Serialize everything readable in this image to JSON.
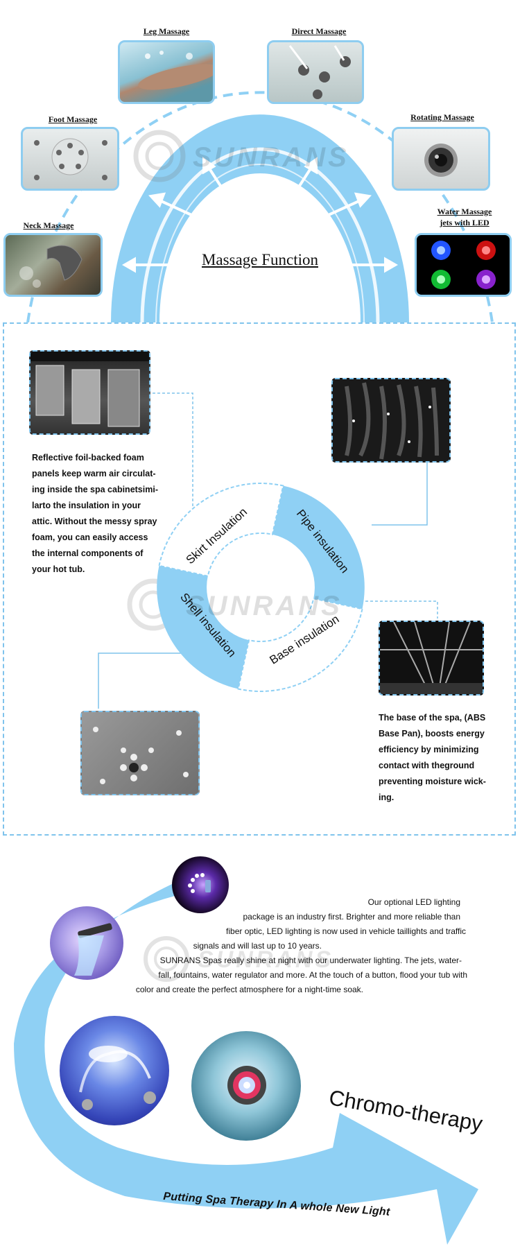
{
  "massage": {
    "title": "Massage Function",
    "labels": {
      "leg": "Leg Massage",
      "direct": "Direct Massage",
      "foot": "Foot Massage",
      "rotating": "Rotating Massage",
      "neck": "Neck Massage",
      "water_line1": "Water Massage",
      "water_line2": "jets with LED"
    },
    "watermark": "SUNRANS"
  },
  "insulation": {
    "segments": {
      "skirt": "Skirt Insulation",
      "pipe": "Pipe insulation",
      "shell": "Shell insulation",
      "base": "Base insulation"
    },
    "skirt_text": [
      "Reflective foil-backed foam",
      "panels keep warm air circulat-",
      "ing inside the spa cabinetsimi-",
      "larto the insulation in your",
      "attic. Without the messy spray",
      "foam, you can easily access",
      "the internal components of",
      "your hot tub."
    ],
    "base_text": [
      "The base of the spa, (ABS",
      "Base Pan), boosts energy",
      "efficiency by minimizing",
      "contact with theground",
      "preventing moisture wick-",
      "ing."
    ],
    "watermark": "SUNRANS"
  },
  "chromo": {
    "title": "Chromo-therapy",
    "tagline": "Putting Spa Therapy In A whole New Light",
    "paragraph": [
      "Our optional LED lighting",
      "package is an industry first. Brighter and more reliable than",
      "fiber optic, LED lighting is now used in vehicle taillights and traffic",
      "signals and will last up to 10 years.",
      "SUNRANS Spas really shine at night with our underwater lighting. The jets, water-",
      "fall, fountains, water regulator and more. At the touch of a button, flood your tub with",
      "color and create the perfect atmosphere for a night-time soak."
    ],
    "watermark": "SUNRANS"
  },
  "colors": {
    "accent": "#8fd0f4",
    "accent_dark": "#5ab5e8",
    "dashed": "#7fc3ec"
  }
}
